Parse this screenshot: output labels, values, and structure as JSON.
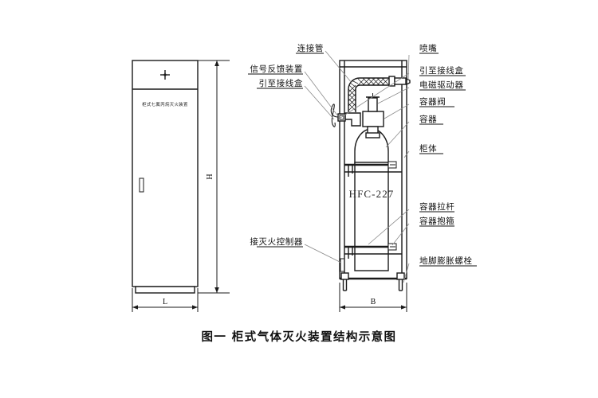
{
  "figure": {
    "caption": "图一  柜式气体灭火装置结构示意图",
    "cabinet_face_text": "柜式七氟丙烷灭火装置",
    "cylinder_text": "HFC-227"
  },
  "dimensions": {
    "height": "H",
    "left_width": "L",
    "right_width": "B"
  },
  "callouts_left": [
    {
      "key": "connecting-pipe",
      "label": "连接管"
    },
    {
      "key": "signal-feedback-device",
      "label": "信号反馈装置"
    },
    {
      "key": "to-junction-box-left",
      "label": "引至接线盒"
    },
    {
      "key": "to-fire-controller",
      "label": "接灭火控制器"
    }
  ],
  "callouts_right": [
    {
      "key": "nozzle",
      "label": "喷嘴"
    },
    {
      "key": "to-junction-box-right",
      "label": "引至接线盒"
    },
    {
      "key": "solenoid-actuator",
      "label": "电磁驱动器"
    },
    {
      "key": "container-valve",
      "label": "容器阀"
    },
    {
      "key": "container",
      "label": "容器"
    },
    {
      "key": "cabinet-body",
      "label": "柜体"
    },
    {
      "key": "container-tie-rod",
      "label": "容器拉杆"
    },
    {
      "key": "container-clamp",
      "label": "容器抱箍"
    },
    {
      "key": "foot-expansion-bolt",
      "label": "地脚膨胀螺栓"
    }
  ],
  "colors": {
    "line": "#1a1a1a",
    "leader": "#8a8a8a",
    "background": "#ffffff"
  }
}
